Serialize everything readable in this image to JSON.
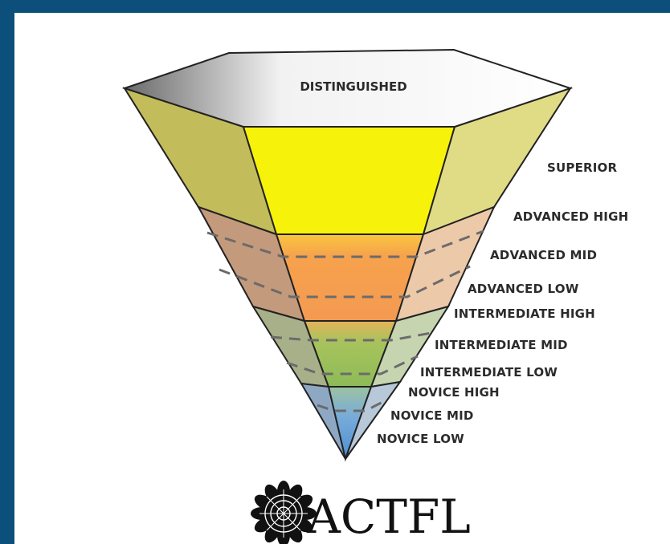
{
  "diagram": {
    "top_label": "DISTINGUISHED",
    "levels": [
      {
        "name": "superior",
        "label": "SUPERIOR"
      },
      {
        "name": "advanced-high",
        "label": "ADVANCED HIGH"
      },
      {
        "name": "advanced-mid",
        "label": "ADVANCED MID"
      },
      {
        "name": "advanced-low",
        "label": "ADVANCED LOW"
      },
      {
        "name": "intermediate-high",
        "label": "INTERMEDIATE HIGH"
      },
      {
        "name": "intermediate-mid",
        "label": "INTERMEDIATE MID"
      },
      {
        "name": "intermediate-low",
        "label": "INTERMEDIATE LOW"
      },
      {
        "name": "novice-high",
        "label": "NOVICE HIGH"
      },
      {
        "name": "novice-mid",
        "label": "NOVICE MID"
      },
      {
        "name": "novice-low",
        "label": "NOVICE LOW"
      }
    ],
    "colors": {
      "frame": "#0c4f7a",
      "superior_front": "#f5f10a",
      "superior_side": "#c9c46a",
      "advanced_front": "#f6a24e",
      "advanced_side": "#c79a80",
      "intermediate_front": "#9fc25a",
      "intermediate_side": "#a8b48c",
      "novice_front": "#5b9ad6",
      "novice_side": "#8aa7c8"
    }
  },
  "logo": {
    "text": "ACTFL",
    "icon": "flower-mandala-icon"
  }
}
